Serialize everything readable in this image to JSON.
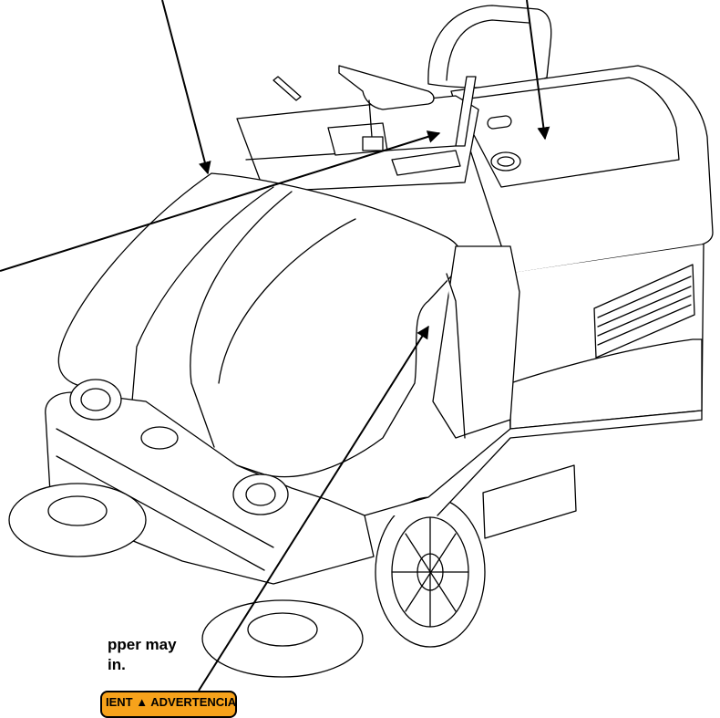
{
  "caption": {
    "line1": "pper may",
    "line2": "in."
  },
  "warning_label": {
    "left_text": "IENT",
    "symbol": "▲",
    "right_text": "ADVERTENCIA",
    "color": "#f7a21b"
  },
  "colors": {
    "line": "#000000",
    "background": "#ffffff"
  }
}
